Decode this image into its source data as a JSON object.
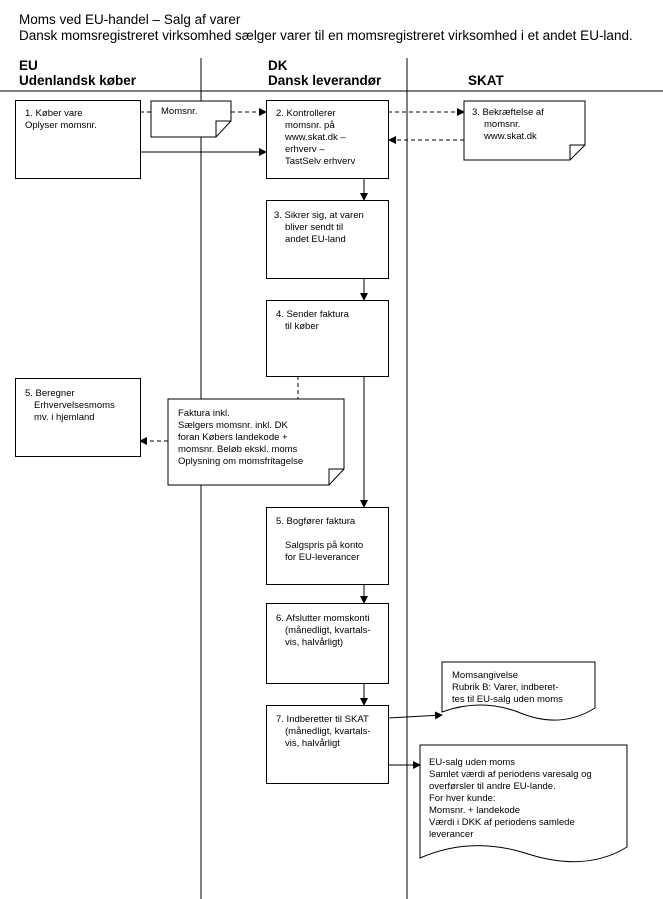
{
  "title": {
    "line1": "Moms ved EU-handel – Salg af varer",
    "line2": "Dansk momsregistreret virksomhed sælger varer til en momsregistreret virksomhed i et andet EU-land."
  },
  "columns": {
    "eu": {
      "line1": "EU",
      "line2": "Udenlandsk køber"
    },
    "dk": {
      "line1": "DK",
      "line2": "Dansk leverandør"
    },
    "skat": {
      "line1": "SKAT"
    }
  },
  "boxes": {
    "eu1": {
      "lines": [
        "1. Køber vare",
        "Oplyser momsnr."
      ]
    },
    "momsnr_doc": {
      "lines": [
        "Momsnr."
      ]
    },
    "dk2": {
      "lines": [
        "2. Kontrollerer",
        "momsnr. på",
        "www.skat.dk –",
        "erhverv –",
        "TastSelv erhverv"
      ]
    },
    "skat3": {
      "lines": [
        "3. Bekræftelse af",
        "momsnr.",
        "www.skat.dk"
      ]
    },
    "dk3": {
      "lines": [
        "3. Sikrer sig, at varen",
        "bliver sendt til",
        "andet EU-land"
      ]
    },
    "dk4": {
      "lines": [
        "4. Sender faktura",
        "til køber"
      ]
    },
    "eu5": {
      "lines": [
        "5. Beregner",
        "Erhvervelsesmoms",
        "mv. i hjemland"
      ]
    },
    "faktura_doc": {
      "lines": [
        "Faktura inkl.",
        "Sælgers momsnr. inkl. DK",
        "foran Købers landekode +",
        "momsnr. Beløb ekskl. moms",
        "Oplysning om momsfritagelse"
      ]
    },
    "dk5": {
      "lines": [
        "5. Bogfører faktura",
        "",
        "Salgspris på konto",
        "for EU-leverancer"
      ]
    },
    "dk6": {
      "lines": [
        "6. Afslutter momskonti",
        "(månedligt, kvartals-",
        "vis, halvårligt)"
      ]
    },
    "momsangivelse_doc": {
      "lines": [
        "Momsangivelse",
        "Rubrik B: Varer, indberet-",
        "tes til EU-salg uden moms"
      ]
    },
    "dk7": {
      "lines": [
        "7. Indberetter til SKAT",
        "(månedligt, kvartals-",
        "vis, halvårligt"
      ]
    },
    "eusalg_doc": {
      "lines": [
        "EU-salg uden moms",
        "Samlet værdi af periodens varesalg og",
        "overførsler til andre EU-lande.",
        "For hver kunde:",
        "Momsnr. + landekode",
        "Værdi i DKK af periodens samlede",
        "leverancer"
      ]
    }
  }
}
